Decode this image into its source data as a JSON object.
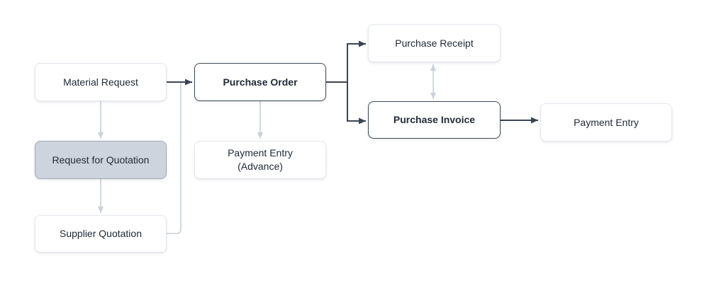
{
  "diagram": {
    "type": "flowchart",
    "nodes": {
      "material_request": {
        "label": "Material Request",
        "style": "default"
      },
      "request_for_quotation": {
        "label": "Request for Quotation",
        "style": "muted"
      },
      "supplier_quotation": {
        "label": "Supplier Quotation",
        "style": "default"
      },
      "purchase_order": {
        "label": "Purchase Order",
        "style": "emphasized"
      },
      "payment_entry_advance": {
        "label": "Payment Entry",
        "label2": "(Advance)",
        "style": "default"
      },
      "purchase_receipt": {
        "label": "Purchase Receipt",
        "style": "default"
      },
      "purchase_invoice": {
        "label": "Purchase Invoice",
        "style": "emphasized"
      },
      "payment_entry": {
        "label": "Payment Entry",
        "style": "default"
      }
    },
    "edges": [
      {
        "from": "Material Request",
        "to": "Purchase Order",
        "style": "dark",
        "arrow": "forward"
      },
      {
        "from": "Material Request",
        "to": "Request for Quotation",
        "style": "light",
        "arrow": "forward"
      },
      {
        "from": "Request for Quotation",
        "to": "Supplier Quotation",
        "style": "light",
        "arrow": "forward"
      },
      {
        "from": "Supplier Quotation",
        "to": "Purchase Order",
        "style": "light",
        "arrow": "none"
      },
      {
        "from": "Purchase Order",
        "to": "Payment Entry (Advance)",
        "style": "light",
        "arrow": "forward"
      },
      {
        "from": "Purchase Order",
        "to": "Purchase Receipt",
        "style": "dark",
        "arrow": "forward"
      },
      {
        "from": "Purchase Order",
        "to": "Purchase Invoice",
        "style": "dark",
        "arrow": "forward"
      },
      {
        "from": "Purchase Receipt",
        "to": "Purchase Invoice",
        "style": "light",
        "arrow": "both"
      },
      {
        "from": "Purchase Invoice",
        "to": "Payment Entry",
        "style": "dark",
        "arrow": "forward"
      }
    ],
    "colors": {
      "edge_dark": "#3a4553",
      "edge_light": "#c9d0d9",
      "node_border": "#e3e8ee",
      "node_border_strong": "#3e4a59",
      "node_fill_muted": "#cdd4dd",
      "node_border_muted": "#9fa9b6",
      "text": "#212b38",
      "bg": "#ffffff"
    }
  }
}
